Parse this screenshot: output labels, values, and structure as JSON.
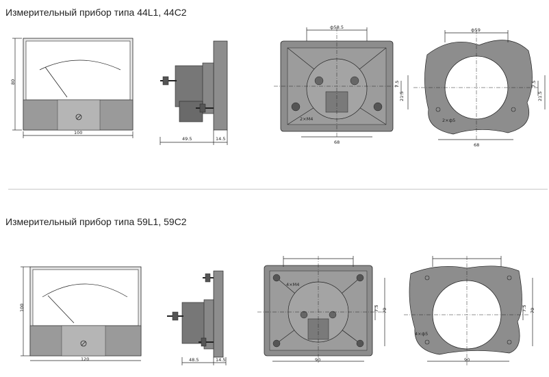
{
  "section1": {
    "title": "Измерительный прибор типа 44L1, 44C2",
    "front": {
      "height": "80",
      "width": "100"
    },
    "side": {
      "depth": "49.5",
      "flange": "14.5"
    },
    "back": {
      "top": "ф58.5",
      "bottom": "68",
      "right_small": "7.5",
      "right_large": "21.5",
      "note": "2×М4"
    },
    "cutout": {
      "top": "ф59",
      "bottom": "68",
      "right_small": "7.5",
      "right_large": "21.5",
      "note": "2×ф5"
    }
  },
  "section2": {
    "title": "Измерительный прибор типа 59L1, 59C2",
    "front": {
      "height": "100",
      "width": "120"
    },
    "side": {
      "depth": "48.5",
      "flange": "14.5"
    },
    "back": {
      "note": "4×М4",
      "right_small": "7.5",
      "right_large": "70",
      "bottom": "90"
    },
    "cutout": {
      "note": "4×ф5",
      "right_small": "7.5",
      "right_large": "70",
      "bottom": "90"
    }
  },
  "colors": {
    "panel": "#8d8d8d",
    "body": "#6f6f6f",
    "line": "#222222",
    "face": "#ffffff"
  }
}
